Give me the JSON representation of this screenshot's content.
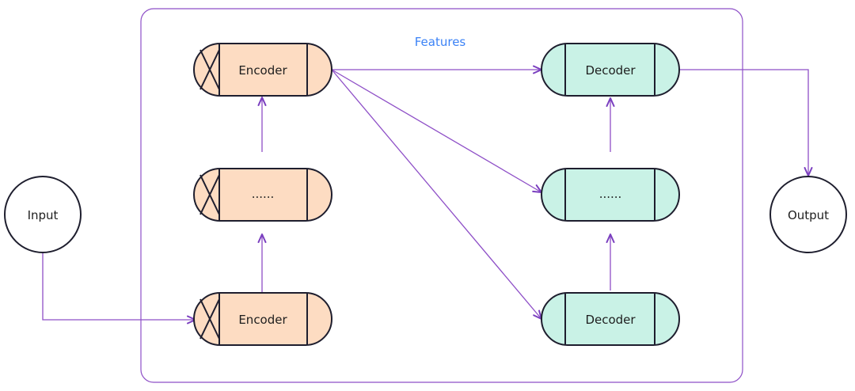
{
  "diagram": {
    "group_label": "Features",
    "input": {
      "label": "Input"
    },
    "output": {
      "label": "Output"
    },
    "encoders": [
      {
        "label": "Encoder"
      },
      {
        "label": "......"
      },
      {
        "label": "Encoder"
      }
    ],
    "decoders": [
      {
        "label": "Decoder"
      },
      {
        "label": "......"
      },
      {
        "label": "Decoder"
      }
    ]
  },
  "colors": {
    "encoder_fill": "#fddcc2",
    "decoder_fill": "#c9f2e6",
    "connector": "#8e4fc7",
    "group_label": "#3b82f6",
    "outline": "#1e1e2e"
  }
}
